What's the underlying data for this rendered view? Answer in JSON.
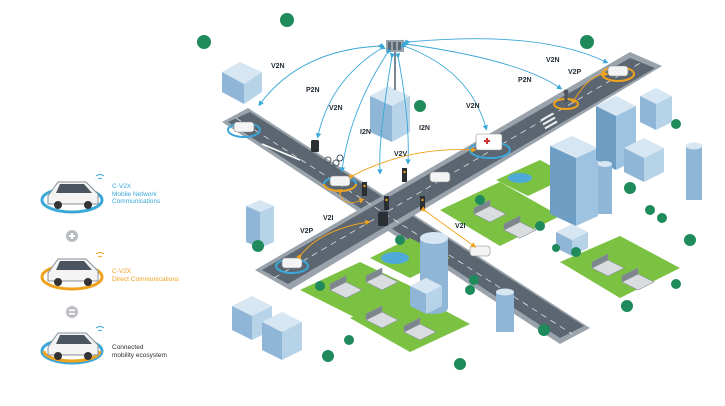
{
  "legend": {
    "item1_line1": "C-V2X",
    "item1_line2": "Mobile Network",
    "item1_line3": "Communications",
    "op1": "+",
    "item2_line1": "C-V2X",
    "item2_line2": "Direct Communications",
    "op2": "=",
    "item3_line1": "Connected",
    "item3_line2": "mobility ecosystem"
  },
  "links": {
    "v2n_left": "V2N",
    "p2n": "P2N",
    "v2n_mid": "V2N",
    "i2n_left": "I2N",
    "i2n_right": "I2N",
    "v2n_right_mid": "V2N",
    "p2n_right": "P2N",
    "v2n_top_right": "V2N",
    "v2p_top_right": "V2P",
    "v2v": "V2V",
    "v2i_left": "V2I",
    "v2p_left": "V2P",
    "v2i_right": "V2I"
  },
  "colors": {
    "network_blue": "#3aa7d8",
    "direct_orange": "#f0a21c",
    "road": "#5b6670",
    "road_edge": "#9aa3ab",
    "grass": "#7bc142",
    "tree": "#1f8a5c",
    "building": "#b7d3e8",
    "building_dark": "#6e9ec4"
  }
}
